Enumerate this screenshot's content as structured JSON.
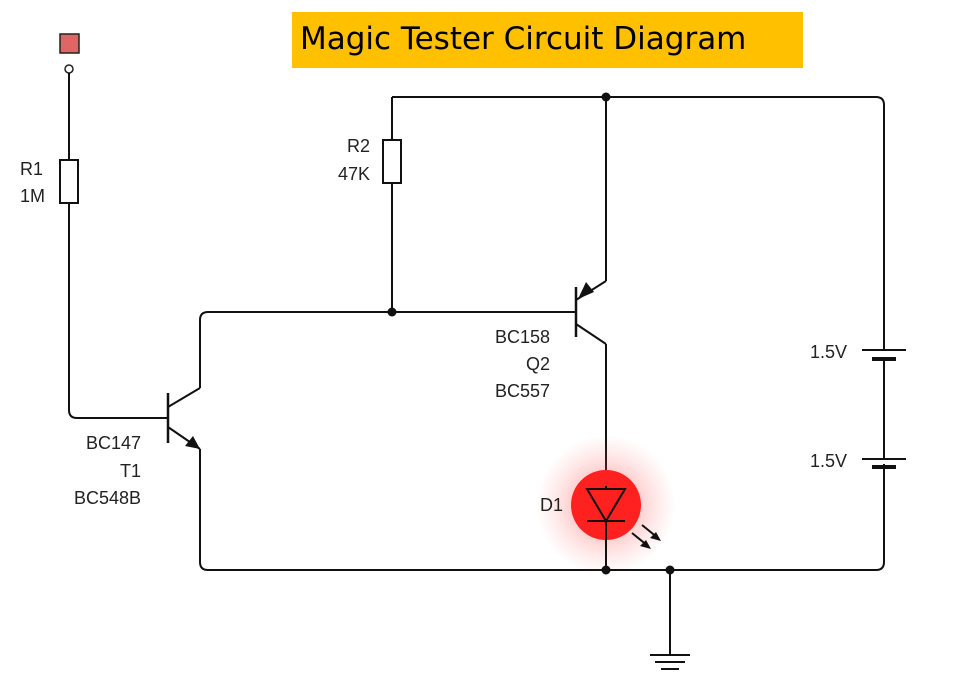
{
  "title": "Magic Tester Circuit Diagram",
  "components": {
    "r1": {
      "ref": "R1",
      "value": "1M"
    },
    "r2": {
      "ref": "R2",
      "value": "47K"
    },
    "q2": {
      "line1": "BC158",
      "line2": "Q2",
      "line3": "BC557"
    },
    "t1": {
      "line1": "BC147",
      "line2": "T1",
      "line3": "BC548B"
    },
    "d1": {
      "ref": "D1"
    },
    "battery_top": {
      "value": "1.5V"
    },
    "battery_bottom": {
      "value": "1.5V"
    }
  },
  "colors": {
    "title_background": "#ffc000",
    "probe": "#e06666",
    "led": "#ff2020"
  }
}
